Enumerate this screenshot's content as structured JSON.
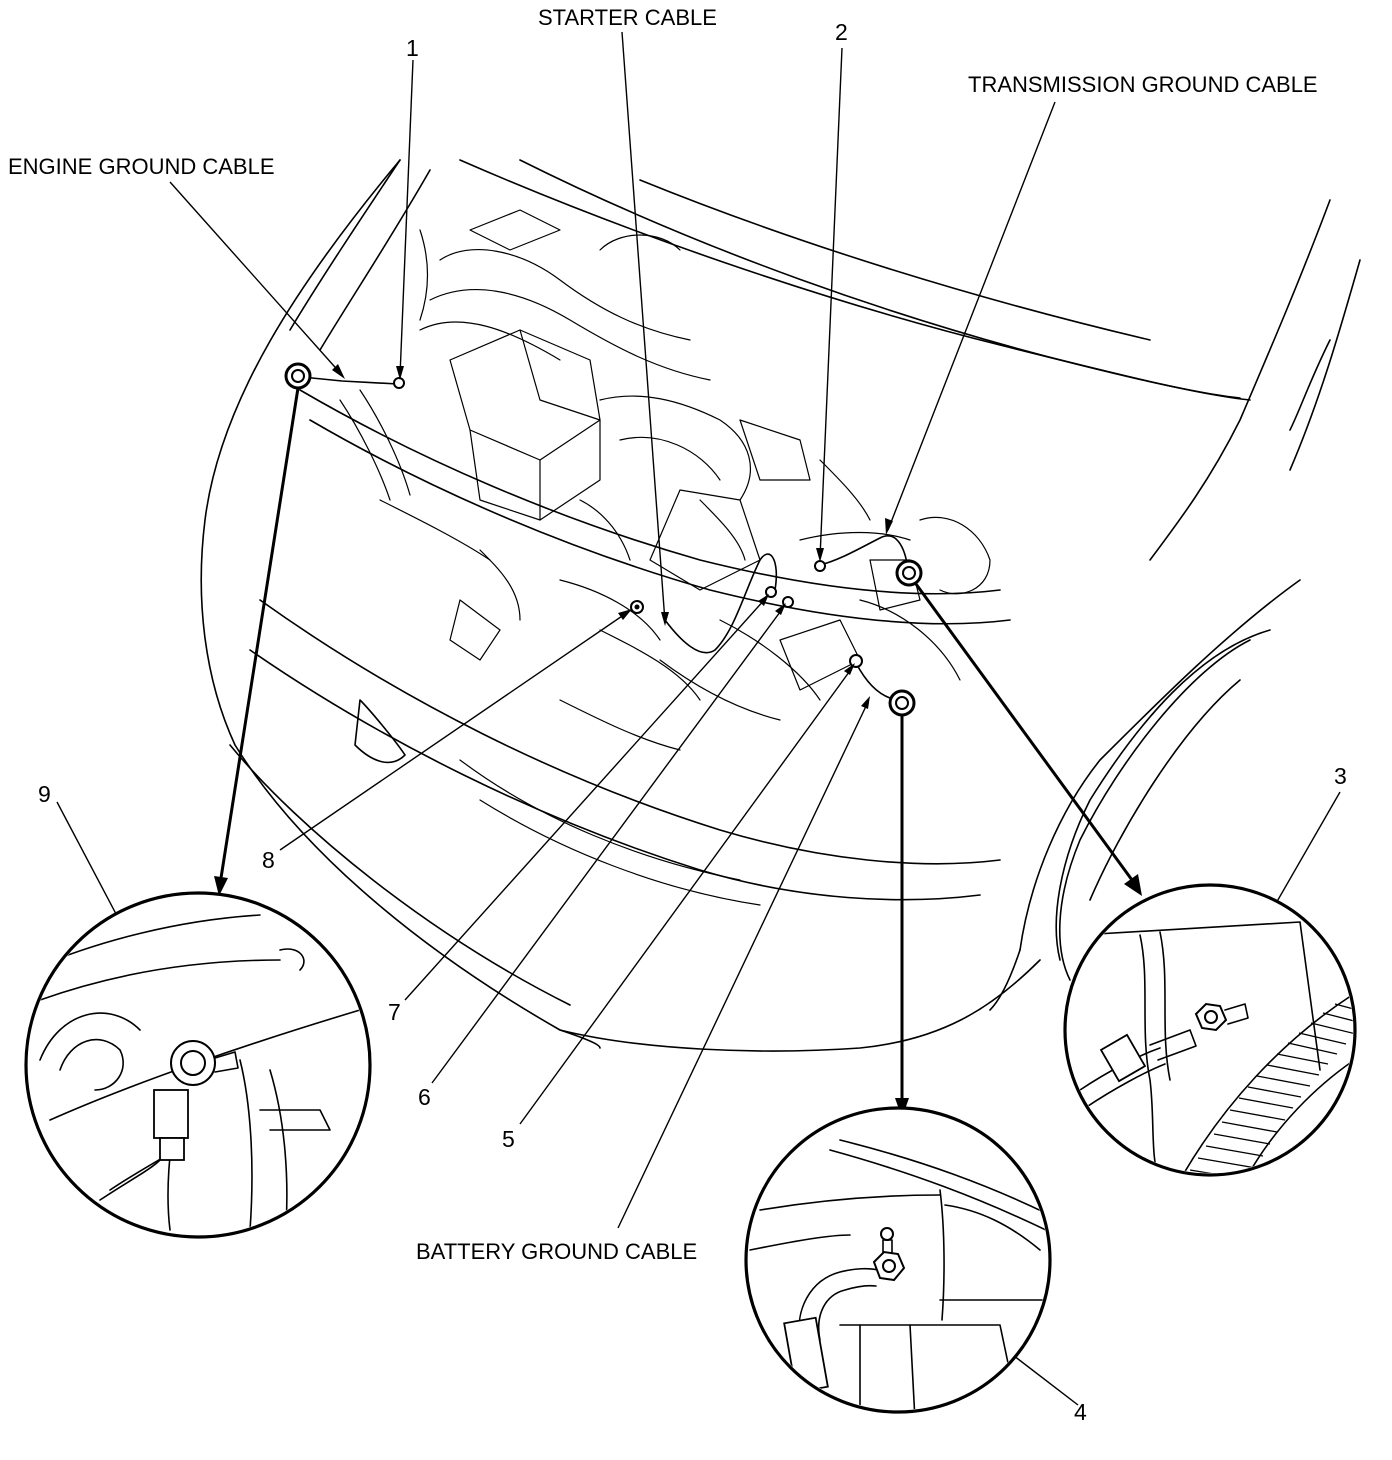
{
  "labels": {
    "starter_cable": "STARTER CABLE",
    "engine_ground_cable": "ENGINE GROUND CABLE",
    "transmission_ground_cable": "TRANSMISSION GROUND CABLE",
    "battery_ground_cable": "BATTERY GROUND CABLE"
  },
  "callouts": {
    "n1": "1",
    "n2": "2",
    "n3": "3",
    "n4": "4",
    "n5": "5",
    "n6": "6",
    "n7": "7",
    "n8": "8",
    "n9": "9"
  }
}
